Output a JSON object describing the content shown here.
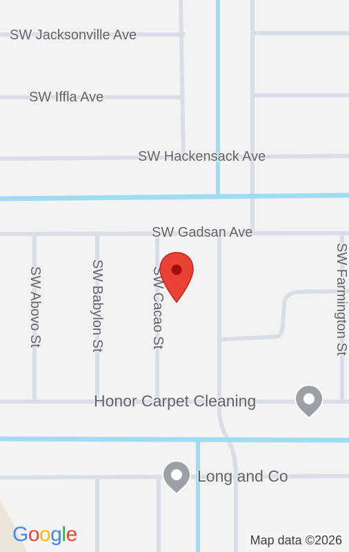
{
  "map": {
    "streets": {
      "jacksonville": "SW Jacksonville Ave",
      "iffla": "SW Iffla Ave",
      "hackensack": "SW Hackensack Ave",
      "gadsan": "SW Gadsan Ave",
      "abovo": "SW Abovo St",
      "babylon": "SW Babylon St",
      "cacao": "SW Cacao St",
      "farmington": "SW Farmington St"
    },
    "places": {
      "honor": "Honor Carpet Cleaning",
      "long": "Long and Co"
    },
    "logo": {
      "letters": [
        "G",
        "o",
        "o",
        "g",
        "l",
        "e"
      ],
      "colors": [
        "#4285F4",
        "#EA4335",
        "#FBBC05",
        "#4285F4",
        "#34A853",
        "#EA4335"
      ]
    },
    "attribution": "Map data ©2026",
    "colors": {
      "minor_road": "#d9dee6",
      "major_road": "#9fdcf2",
      "pin": "#ea4335",
      "poi_marker": "#9aa0a6"
    },
    "icons": {
      "pin": "location-pin-icon",
      "poi": "poi-marker-icon"
    }
  }
}
